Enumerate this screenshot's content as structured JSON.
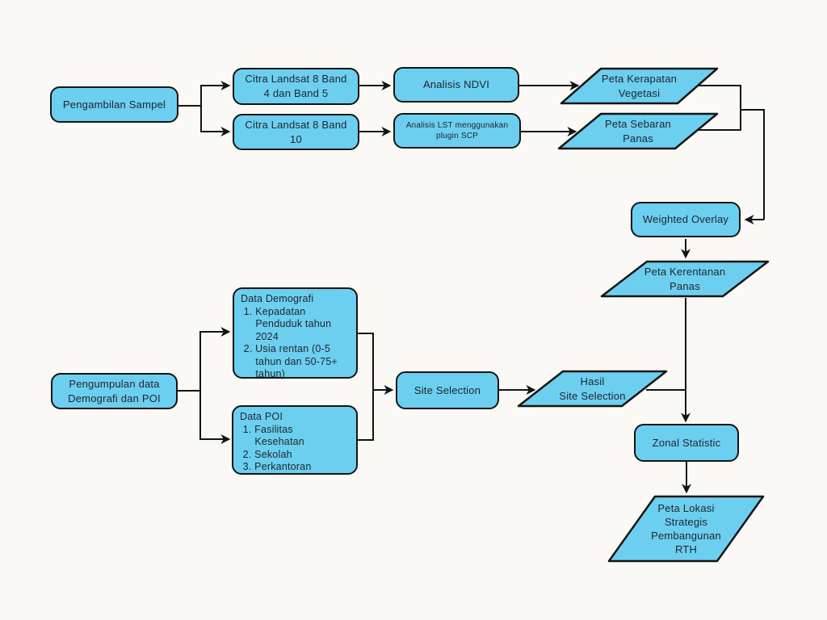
{
  "style": {
    "background": "#FAF9F6",
    "shape_fill": "#6CCFF0",
    "shape_stroke": "#141414",
    "text_color": "#20262d"
  },
  "nodes": {
    "pengambilan_sampel": "Pengambilan Sampel",
    "citra_band45": "Citra Landsat 8 Band\n4 dan Band 5",
    "citra_band10": "Citra Landsat 8 Band\n10",
    "analisis_ndvi": "Analisis NDVI",
    "analisis_lst": "Analisis LST menggunakan\nplugin SCP",
    "peta_kerapatan_vegetasi": "Peta Kerapatan\nVegetasi",
    "peta_sebaran_panas": "Peta Sebaran\nPanas",
    "weighted_overlay": "Weighted Overlay",
    "peta_kerentanan_panas": "Peta Kerentanan\nPanas",
    "pengumpulan_data": "Pengumpulan data\nDemografi dan POI",
    "data_demografi": "Data Demografi\n 1. Kepadatan\n     Penduduk tahun\n     2024\n 2. Usia rentan (0-5\n     tahun dan 50-75+\n     tahun)",
    "data_poi": "Data POI\n 1. Fasilitas\n     Kesehatan\n 2. Sekolah\n 3. Perkantoran",
    "site_selection": "Site Selection",
    "hasil_site_selection": "Hasil\nSite Selection",
    "zonal_statistic": "Zonal Statistic",
    "peta_lokasi_strategis": "Peta Lokasi\nStrategis\nPembangunan\nRTH"
  }
}
